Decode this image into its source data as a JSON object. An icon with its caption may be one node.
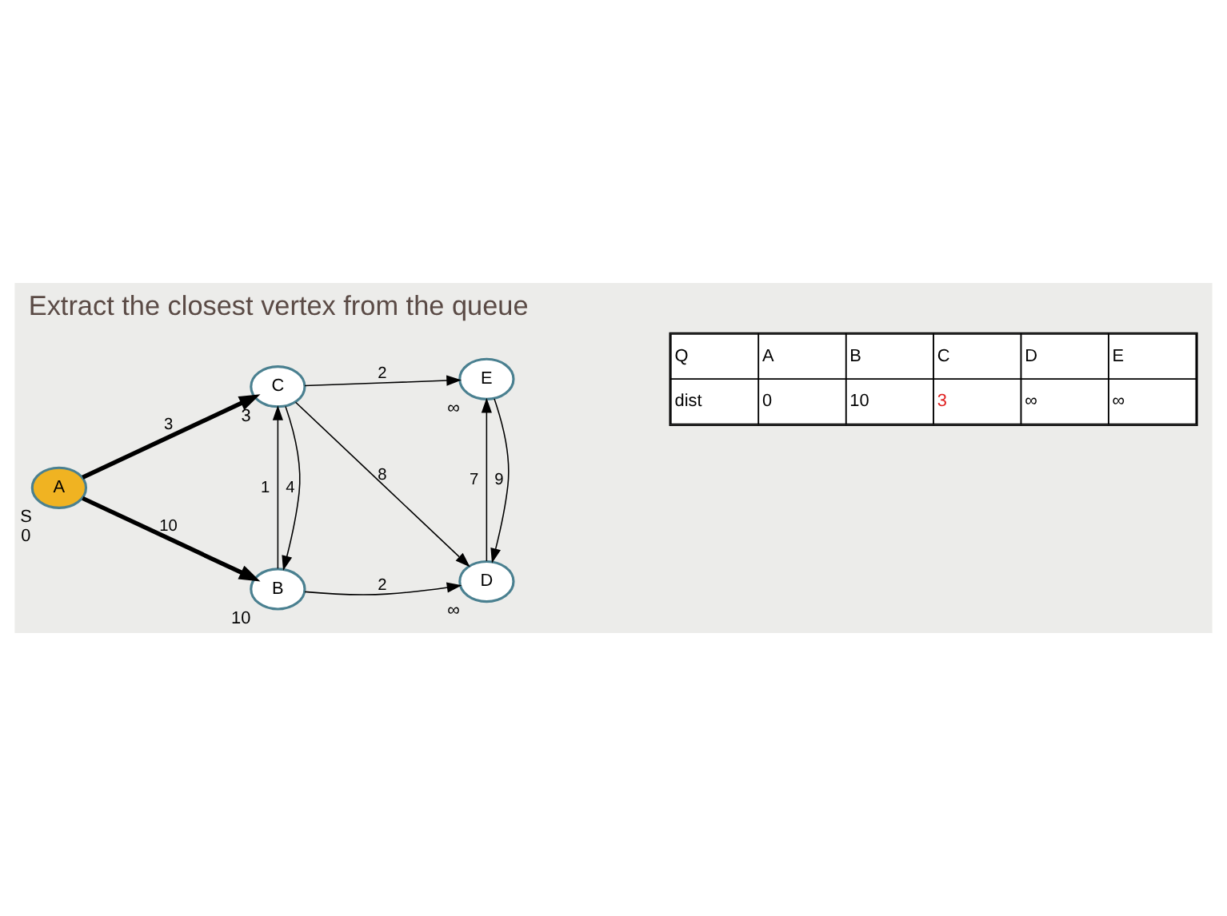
{
  "diagram": {
    "title": "Extract the closest vertex from the queue",
    "nodes": [
      {
        "text": [
          "A"
        ],
        "beside": [
          "S",
          "0"
        ]
      },
      {
        "text": [
          "B"
        ],
        "beside": [
          "10"
        ]
      },
      {
        "text": [
          "C"
        ],
        "beside": [
          "3"
        ]
      },
      {
        "text": [
          "D"
        ],
        "beside": [
          "∞"
        ]
      },
      {
        "text": [
          "E"
        ],
        "beside": [
          "∞"
        ]
      }
    ],
    "edges": [
      {
        "from": 0,
        "to": 1,
        "arrow": "to",
        "label": "10",
        "style": "thick"
      },
      {
        "from": 0,
        "to": 2,
        "arrow": "to",
        "label": "3",
        "style": "thick"
      },
      {
        "from": 1,
        "to": 3,
        "arrow": "to",
        "label": "2"
      },
      {
        "from": 1,
        "to": 2,
        "arrow": "to",
        "label": "1"
      },
      {
        "from": 2,
        "to": 1,
        "arrow": "to",
        "label": "4"
      },
      {
        "from": 2,
        "to": 3,
        "arrow": "to",
        "label": "8"
      },
      {
        "from": 2,
        "to": 4,
        "arrow": "to",
        "label": "2"
      },
      {
        "from": 3,
        "to": 4,
        "arrow": "to",
        "label": "7"
      },
      {
        "from": 4,
        "to": 3,
        "arrow": "to",
        "label": "9"
      }
    ],
    "labels": [
      "Q",
      "A",
      "B",
      "C",
      "D",
      "E",
      "dist",
      "0",
      "10",
      "3",
      "∞",
      "∞"
    ]
  }
}
